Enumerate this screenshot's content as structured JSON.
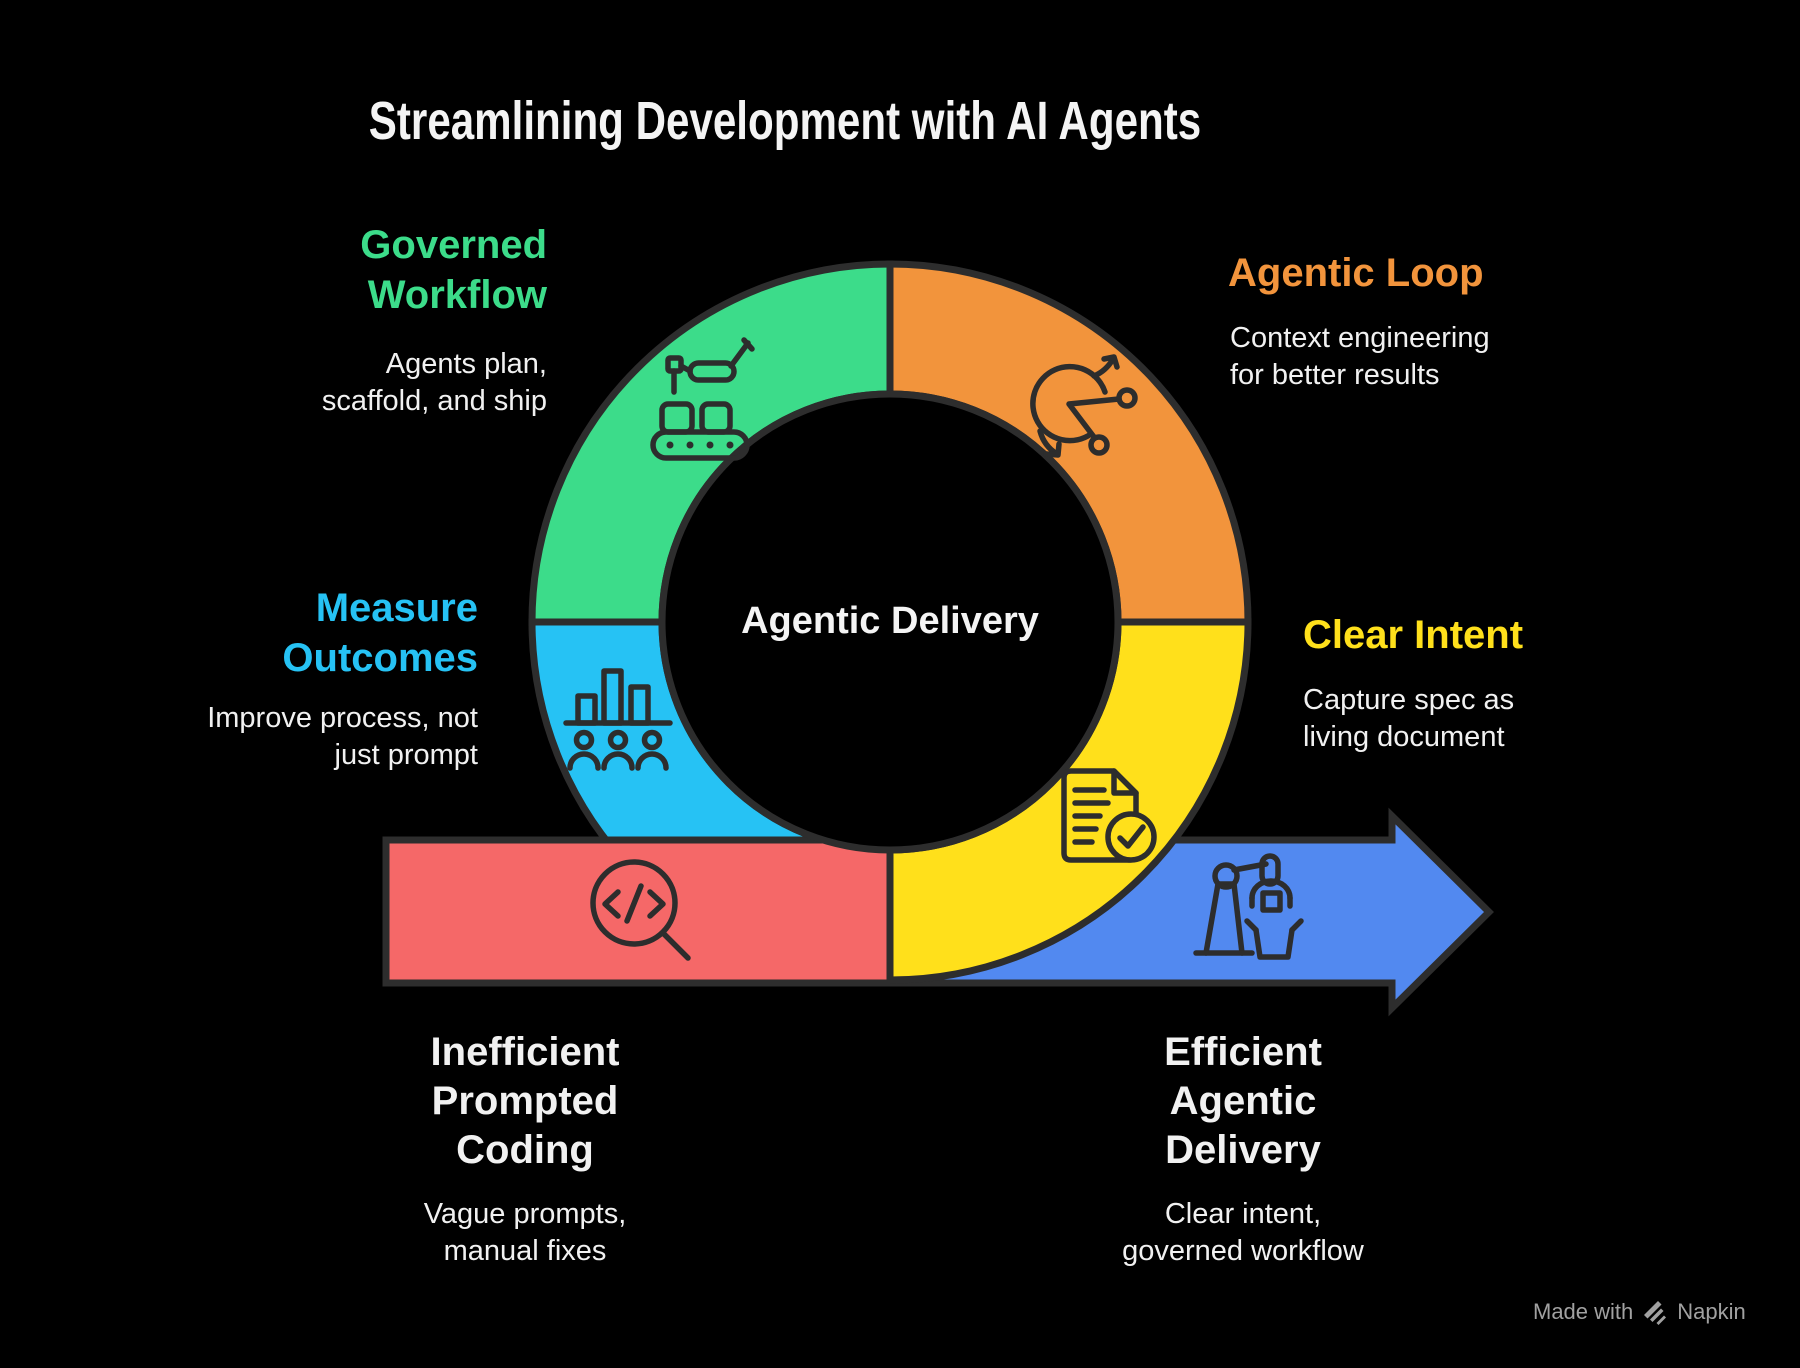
{
  "title": "Streamlining Development with AI Agents",
  "center_label": "Agentic Delivery",
  "colors": {
    "background": "#000000",
    "outline": "#2D2D2D",
    "text": "#F1F1F1",
    "footer": "#A1A1A1"
  },
  "segments": {
    "governed_workflow": {
      "heading": "Governed\nWorkflow",
      "description": "Agents plan,\nscaffold, and ship",
      "color": "#3CDC8A",
      "icon": "robot-arm-conveyor-icon"
    },
    "agentic_loop": {
      "heading": "Agentic Loop",
      "description": "Context engineering\nfor better results",
      "color": "#F2943C",
      "icon": "iteration-loop-icon"
    },
    "measure_outcomes": {
      "heading": "Measure\nOutcomes",
      "description": "Improve process, not\njust prompt",
      "color": "#26C2F4",
      "icon": "bar-chart-team-icon"
    },
    "clear_intent": {
      "heading": "Clear Intent",
      "description": "Capture spec as\nliving document",
      "color": "#FFE01B",
      "icon": "document-check-icon"
    }
  },
  "bottom_left": {
    "heading": "Inefficient\nPrompted\nCoding",
    "description": "Vague prompts,\nmanual fixes",
    "color": "#F56868",
    "icon": "code-magnifier-icon"
  },
  "bottom_right": {
    "heading": "Efficient\nAgentic\nDelivery",
    "description": "Clear intent,\ngoverned workflow",
    "color": "#5289F0",
    "icon": "robot-arm-box-icon"
  },
  "footer": {
    "made_with": "Made with",
    "brand": "Napkin"
  }
}
